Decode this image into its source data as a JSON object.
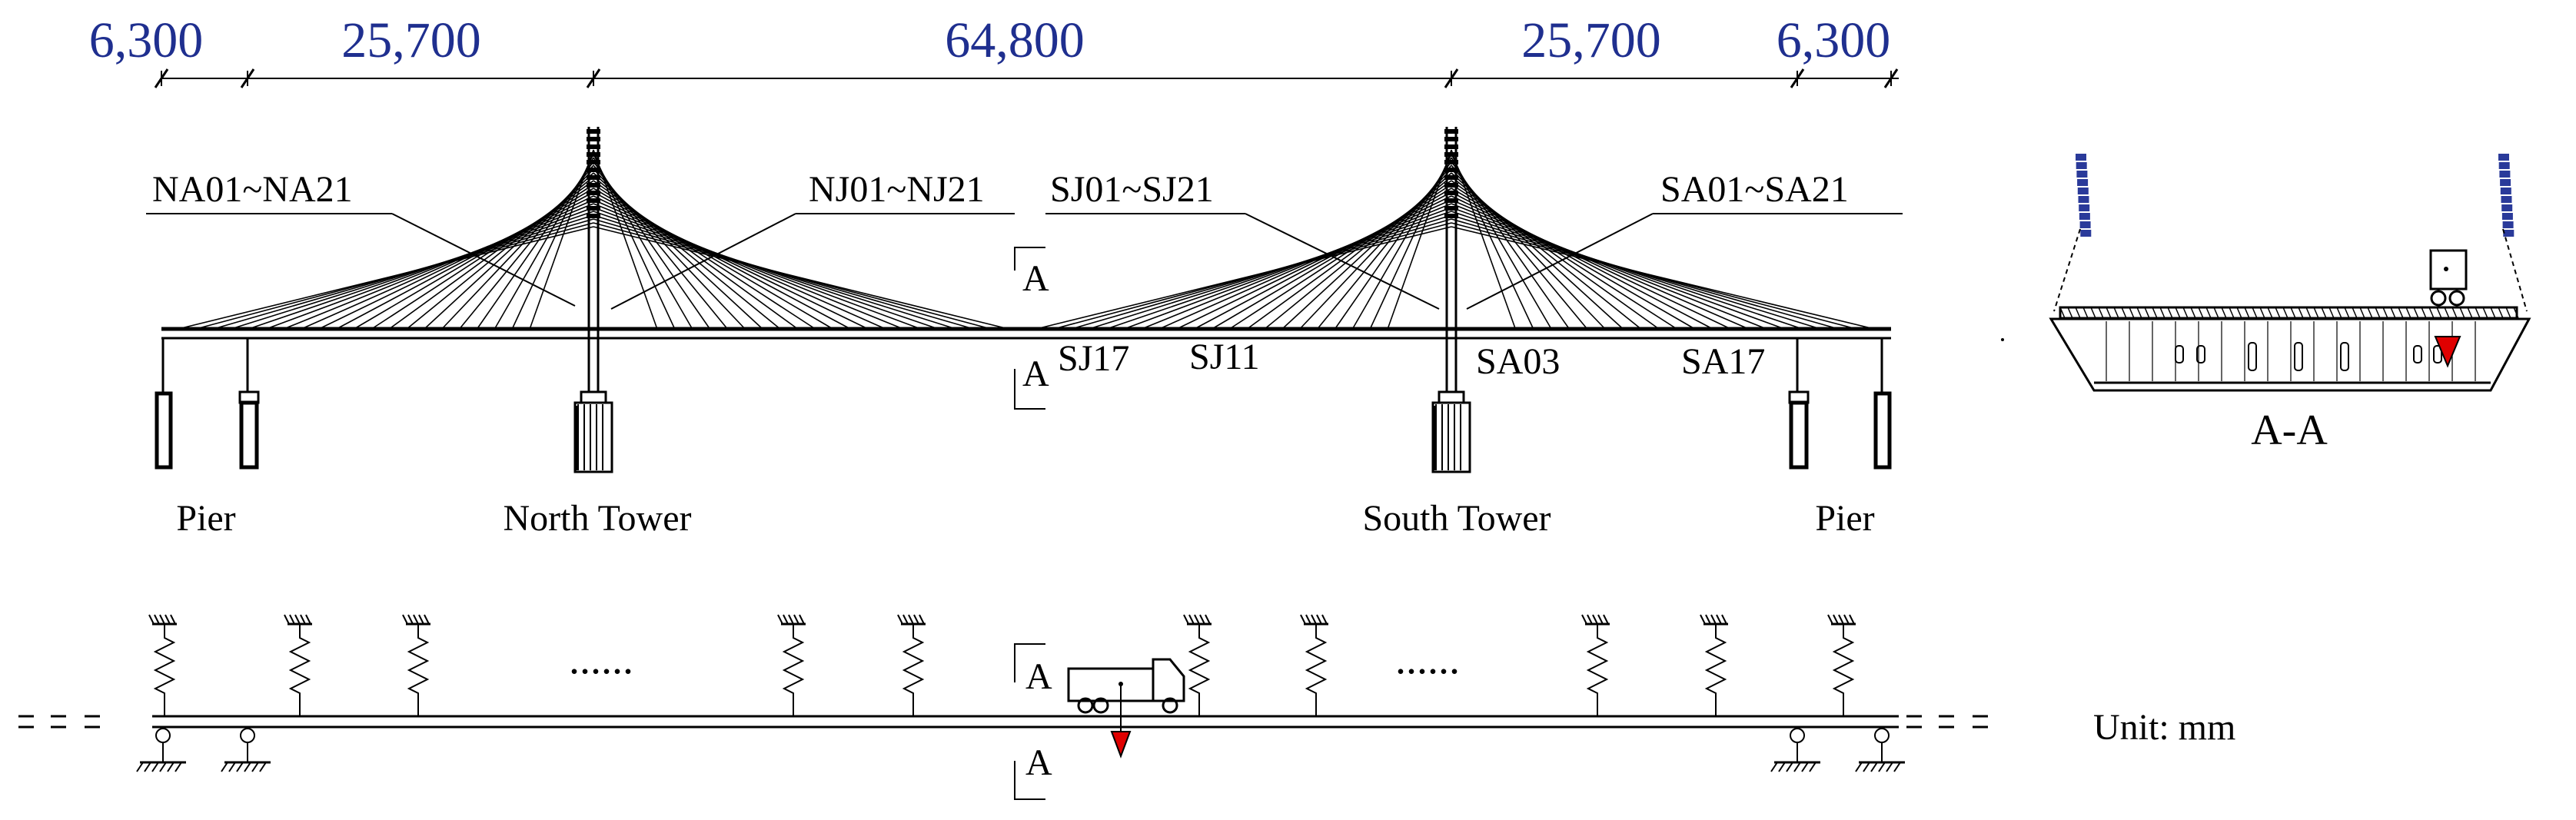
{
  "dimensions": {
    "span1": "6,300",
    "span2": "25,700",
    "span3": "64,800",
    "span4": "25,700",
    "span5": "6,300"
  },
  "cable_labels": {
    "na": "NA01~NA21",
    "nj": "NJ01~NJ21",
    "sj": "SJ01~SJ21",
    "sa": "SA01~SA21"
  },
  "point_labels": {
    "sj17": "SJ17",
    "sj11": "SJ11",
    "sa03": "SA03",
    "sa17": "SA17"
  },
  "structure_labels": {
    "pier_left": "Pier",
    "north_tower": "North Tower",
    "south_tower": "South Tower",
    "pier_right": "Pier"
  },
  "section_marks": {
    "top_upper": "A",
    "top_lower": "A",
    "bottom_upper": "A",
    "bottom_lower": "A"
  },
  "section_title": "A-A",
  "ellipsis_left": "......",
  "ellipsis_right": "......",
  "unit_note": "Unit: mm",
  "colors": {
    "dimension_text": "#1f2f8f",
    "load_marker": "#e00000",
    "cable_blocks": "#2a3a9a"
  }
}
